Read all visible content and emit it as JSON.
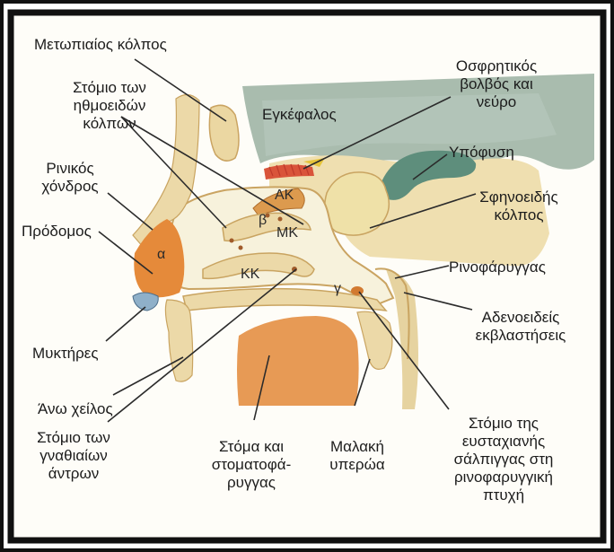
{
  "labels": {
    "frontal_sinus": "Μετωπιαίος κόλπος",
    "ethmoid_ostium": "Στόμιο των\nηθμοειδών\nκόλπων",
    "nasal_cartilage": "Ρινικός\nχόνδρος",
    "vestibule": "Πρόδομος",
    "nostrils": "Μυκτήρες",
    "upper_lip": "Άνω χείλος",
    "maxillary_ostium": "Στόμιο των\nγναθιαίων\nάντρων",
    "mouth_oropharynx": "Στόμα και\nστοματοφά-\nρυγγας",
    "soft_palate": "Μαλακή\nυπερώα",
    "eustachian_ostium": "Στόμιο της\nευσταχιανής\nσάλπιγγας στη\nρινοφαρυγγική\nπτυχή",
    "adenoids": "Αδενοειδείς\nεκβλαστήσεις",
    "nasopharynx": "Ρινοφάρυγγας",
    "sphenoid_sinus": "Σφηνοειδής\nκόλπος",
    "pituitary": "Υπόφυση",
    "olfactory_bulb": "Οσφρητικός\nβολβός και\nνεύρο",
    "brain": "Εγκέφαλος"
  },
  "inner_labels": {
    "a": "α",
    "b": "β",
    "g": "γ",
    "AK": "ΑΚ",
    "MK": "ΜΚ",
    "KK": "ΚΚ"
  },
  "colors": {
    "frame": "#111111",
    "tissue": "#ecd9a8",
    "tissue_edge": "#c9a461",
    "cavity": "#f7f3df",
    "orange": "#e58a3a",
    "brain": "#9fb4a4",
    "pituitary": "#5d8c7a",
    "mouth": "#e79a55"
  }
}
